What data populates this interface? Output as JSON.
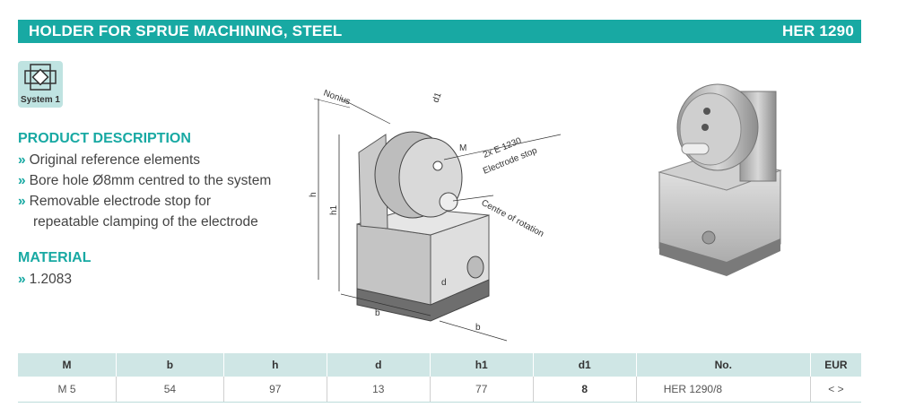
{
  "header": {
    "title": "HOLDER FOR SPRUE MACHINING, STEEL",
    "code": "HER 1290"
  },
  "badge": {
    "label": "System 1",
    "icon": "system-1-icon"
  },
  "description": {
    "title": "PRODUCT DESCRIPTION",
    "items": [
      "Original reference elements",
      "Bore hole Ø8mm centred to the system",
      "Removable electrode stop for",
      "repeatable clamping of the electrode"
    ]
  },
  "material": {
    "title": "MATERIAL",
    "items": [
      "1.2083"
    ]
  },
  "drawing_labels": {
    "nonius": "Nonius",
    "d1": "d1",
    "m": "M",
    "e1230": "2x E 1230",
    "electrode_stop": "Electrode stop",
    "centre": "Centre of rotation",
    "h": "h",
    "h1": "h1",
    "d": "d",
    "b1": "b",
    "b2": "b"
  },
  "table": {
    "headers": [
      "M",
      "b",
      "h",
      "d",
      "h1",
      "d1",
      "No.",
      "EUR"
    ],
    "rows": [
      [
        "M 5",
        "54",
        "97",
        "13",
        "77",
        "8",
        "HER 1290/8",
        "< >"
      ]
    ]
  },
  "colors": {
    "accent": "#18a9a3",
    "table_header": "#cfe6e5"
  }
}
